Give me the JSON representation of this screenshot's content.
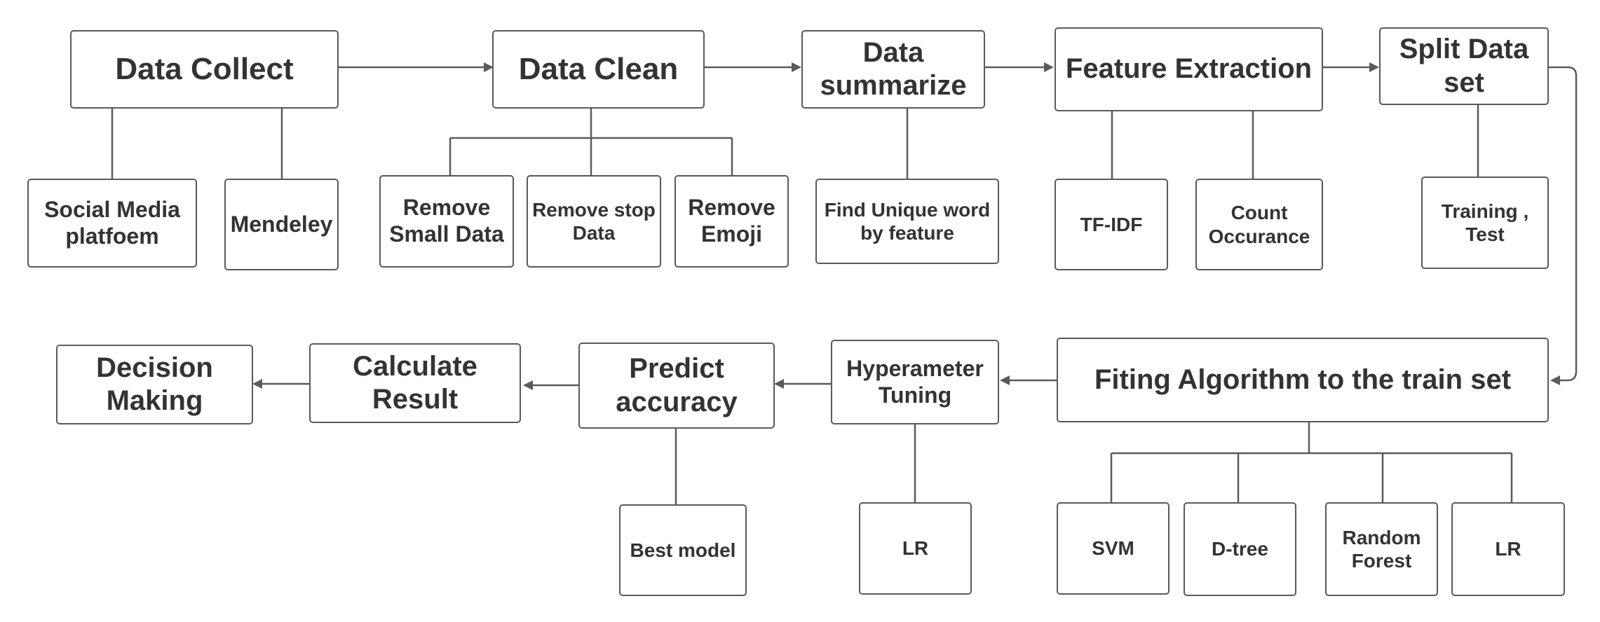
{
  "main_steps": {
    "data_collect": "Data Collect",
    "data_clean": "Data Clean",
    "data_summarize": "Data summarize",
    "feature_extraction": "Feature Extraction",
    "split_data_set": "Split Data set",
    "fitting_algorithm": "Fiting Algorithm to the train set",
    "hyperparameter_tuning": "Hyperameter Tuning",
    "predict_accuracy": "Predict accuracy",
    "calculate_result": "Calculate Result",
    "decision_making": "Decision Making"
  },
  "sub_steps": {
    "social_media": "Social Media platfoem",
    "mendeley": "Mendeley",
    "remove_small_data": "Remove Small Data",
    "remove_stop_data": "Remove stop Data",
    "remove_emoji": "Remove Emoji",
    "find_unique_word": "Find Unique word by feature",
    "tf_idf": "TF-IDF",
    "count_occurance": "Count Occurance",
    "training_test": "Training , Test",
    "svm": "SVM",
    "d_tree": "D-tree",
    "random_forest": "Random Forest",
    "lr_algorithm": "LR",
    "lr_tuning": "LR",
    "best_model": "Best model"
  },
  "colors": {
    "border": "#5a5a5a",
    "text": "#333333",
    "background": "#ffffff"
  }
}
